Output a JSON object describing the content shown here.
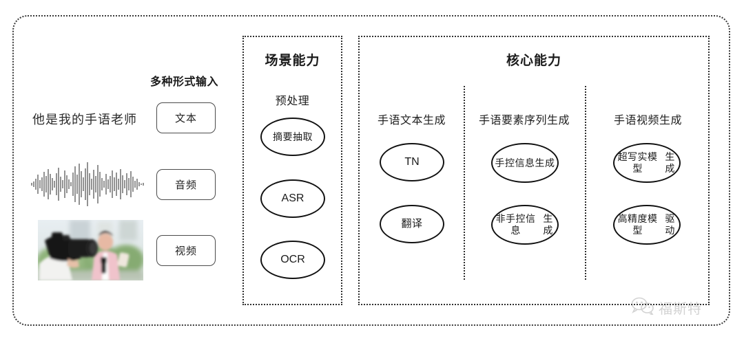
{
  "diagram": {
    "input_section": {
      "heading": "多种形式输入",
      "sample_text": "他是我的手语老师",
      "modalities": [
        {
          "label": "文本",
          "icon": "text-icon"
        },
        {
          "label": "音频",
          "icon": "audio-waveform-icon"
        },
        {
          "label": "视频",
          "icon": "video-thumbnail-icon"
        }
      ],
      "waveform_alt": "audio-waveform",
      "photo_alt": "cameraman-filming-reporter-photo"
    },
    "scene_panel": {
      "title": "场景能力",
      "column_label": "预处理",
      "nodes": [
        {
          "label": "摘要抽取",
          "lines": [
            "摘要抽取"
          ]
        },
        {
          "label": "ASR",
          "lines": [
            "ASR"
          ]
        },
        {
          "label": "OCR",
          "lines": [
            "OCR"
          ]
        }
      ]
    },
    "core_panel": {
      "title": "核心能力",
      "columns": [
        {
          "label": "手语文本生成",
          "nodes": [
            {
              "label": "TN",
              "lines": [
                "TN"
              ],
              "latin": true
            },
            {
              "label": "翻译",
              "lines": [
                "翻译"
              ],
              "latin": false
            }
          ]
        },
        {
          "label": "手语要素序列生成",
          "nodes": [
            {
              "label": "手控信息生成",
              "lines": [
                "手控信息",
                "生成"
              ],
              "latin": false
            },
            {
              "label": "非手控信息生成",
              "lines": [
                "非手控信息",
                "生成"
              ],
              "latin": false
            }
          ]
        },
        {
          "label": "手语视频生成",
          "nodes": [
            {
              "label": "超写实模型生成",
              "lines": [
                "超写实模型",
                "生成"
              ],
              "latin": false
            },
            {
              "label": "高精度模型驱动",
              "lines": [
                "高精度模型",
                "驱动"
              ],
              "latin": false
            }
          ]
        }
      ]
    },
    "watermark": {
      "text": "福斯特",
      "icon": "wechat-logo-icon"
    },
    "colors": {
      "border": "#2e2e2e",
      "node_border": "#111111",
      "box_border": "#4a4a4a",
      "text": "#1f1f1f",
      "watermark": "#6f6f6f",
      "background": "#ffffff"
    }
  }
}
